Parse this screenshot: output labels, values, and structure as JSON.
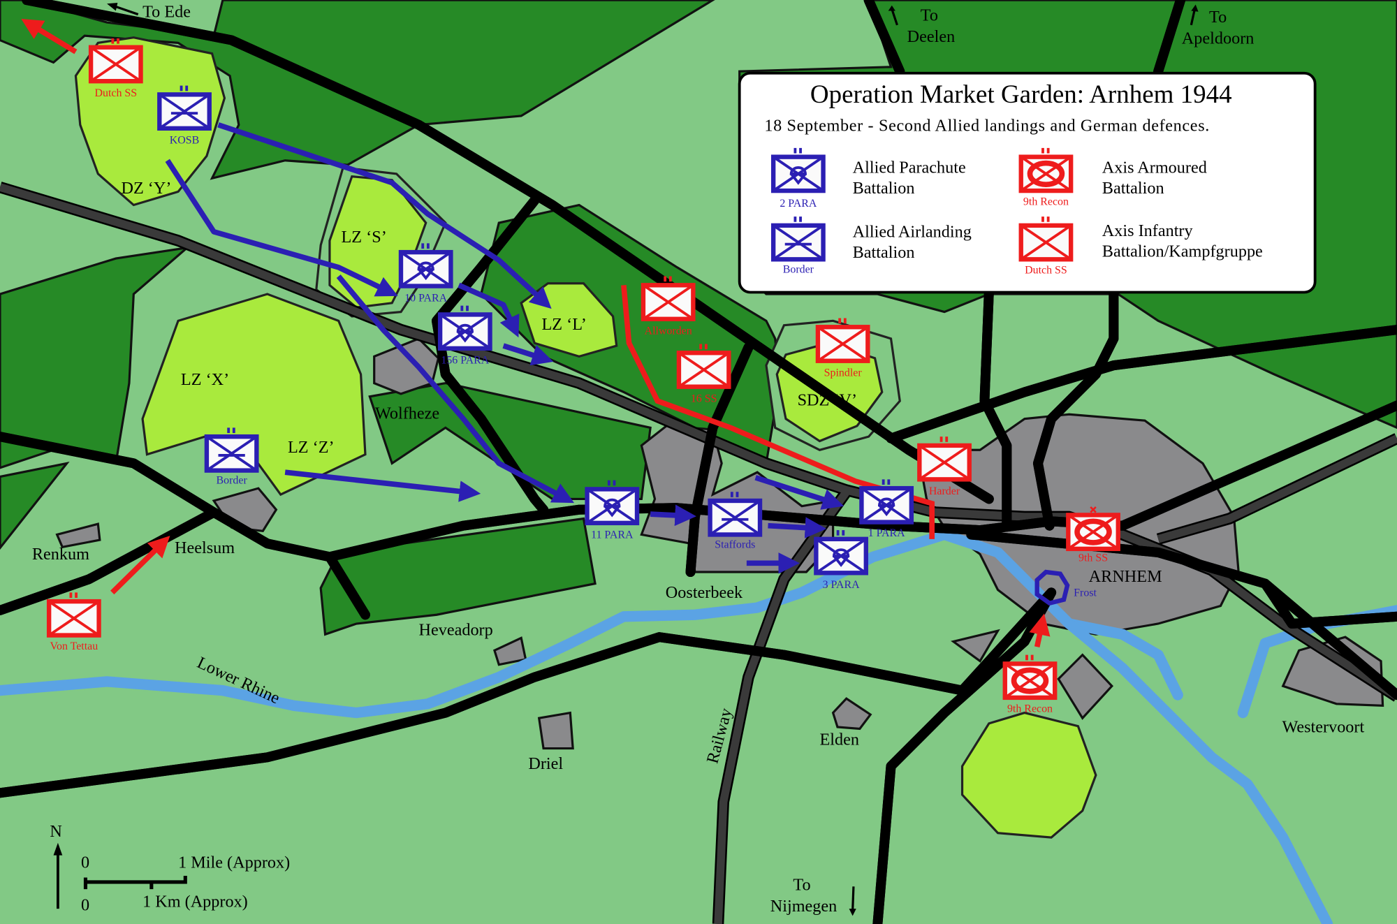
{
  "title": "Operation Market Garden: Arnhem 1944",
  "subtitle": "18 September - Second Allied landings and German defences.",
  "legend": [
    {
      "sample_label": "2 PARA",
      "line1": "Allied Parachute",
      "line2": "Battalion",
      "side": "allied",
      "type": "parachute"
    },
    {
      "sample_label": "Border",
      "line1": "Allied Airlanding",
      "line2": "Battalion",
      "side": "allied",
      "type": "airlanding"
    },
    {
      "sample_label": "9th Recon",
      "line1": "Axis Armoured",
      "line2": "Battalion",
      "side": "axis",
      "type": "armoured"
    },
    {
      "sample_label": "Dutch SS",
      "line1": "Axis Infantry",
      "line2": "Battalion/Kampfgruppe",
      "side": "axis",
      "type": "infantry"
    }
  ],
  "units": [
    {
      "label": "Dutch SS",
      "side": "axis",
      "type": "infantry"
    },
    {
      "label": "KOSB",
      "side": "allied",
      "type": "airlanding"
    },
    {
      "label": "10 PARA",
      "side": "allied",
      "type": "parachute"
    },
    {
      "label": "156 PARA",
      "side": "allied",
      "type": "parachute"
    },
    {
      "label": "Border",
      "side": "allied",
      "type": "airlanding"
    },
    {
      "label": "Allworden",
      "side": "axis",
      "type": "infantry"
    },
    {
      "label": "16 SS",
      "side": "axis",
      "type": "infantry"
    },
    {
      "label": "Spindler",
      "side": "axis",
      "type": "infantry"
    },
    {
      "label": "Harder",
      "side": "axis",
      "type": "infantry"
    },
    {
      "label": "11 PARA",
      "side": "allied",
      "type": "parachute"
    },
    {
      "label": "Staffords",
      "side": "allied",
      "type": "airlanding"
    },
    {
      "label": "1 PARA",
      "side": "allied",
      "type": "parachute"
    },
    {
      "label": "3 PARA",
      "side": "allied",
      "type": "parachute"
    },
    {
      "label": "9th SS",
      "side": "axis",
      "type": "armoured"
    },
    {
      "label": "Von Tettau",
      "side": "axis",
      "type": "infantry"
    },
    {
      "label": "9th Recon",
      "side": "axis",
      "type": "armoured"
    },
    {
      "label": "Frost",
      "side": "allied",
      "type": "bridge-position"
    }
  ],
  "zones": {
    "dz_y": "DZ ‘Y’",
    "lz_s": "LZ ‘S’",
    "lz_l": "LZ ‘L’",
    "lz_x": "LZ ‘X’",
    "lz_z": "LZ ‘Z’",
    "sdz_v": "SDZ ‘V’"
  },
  "places": {
    "wolfheze": "Wolfheze",
    "renkum": "Renkum",
    "heelsum": "Heelsum",
    "oosterbeek": "Oosterbeek",
    "heveadorp": "Heveadorp",
    "lower_rhine": "Lower Rhine",
    "driel": "Driel",
    "railway": "Railway",
    "elden": "Elden",
    "arnhem": "ARNHEM",
    "westervoort": "Westervoort"
  },
  "directions": {
    "ede": "To Ede",
    "deelen_to": "To",
    "deelen": "Deelen",
    "apeldoorn_to": "To",
    "apeldoorn": "Apeldoorn",
    "nijmegen_to": "To",
    "nijmegen": "Nijmegen"
  },
  "scale": {
    "north": "N",
    "zero_mile": "0",
    "mile": "1 Mile (Approx)",
    "zero_km": "0",
    "km": "1 Km (Approx)"
  },
  "colors": {
    "open_ground": "#82c985",
    "woods": "#268a26",
    "landing_zone": "#a9ea3d",
    "town": "#8a8a8c",
    "river": "#5ba3e4",
    "allied": "#2b1fb3",
    "axis": "#ee1c1c",
    "road": "#ffffff",
    "railway": "#3a3a3a"
  }
}
